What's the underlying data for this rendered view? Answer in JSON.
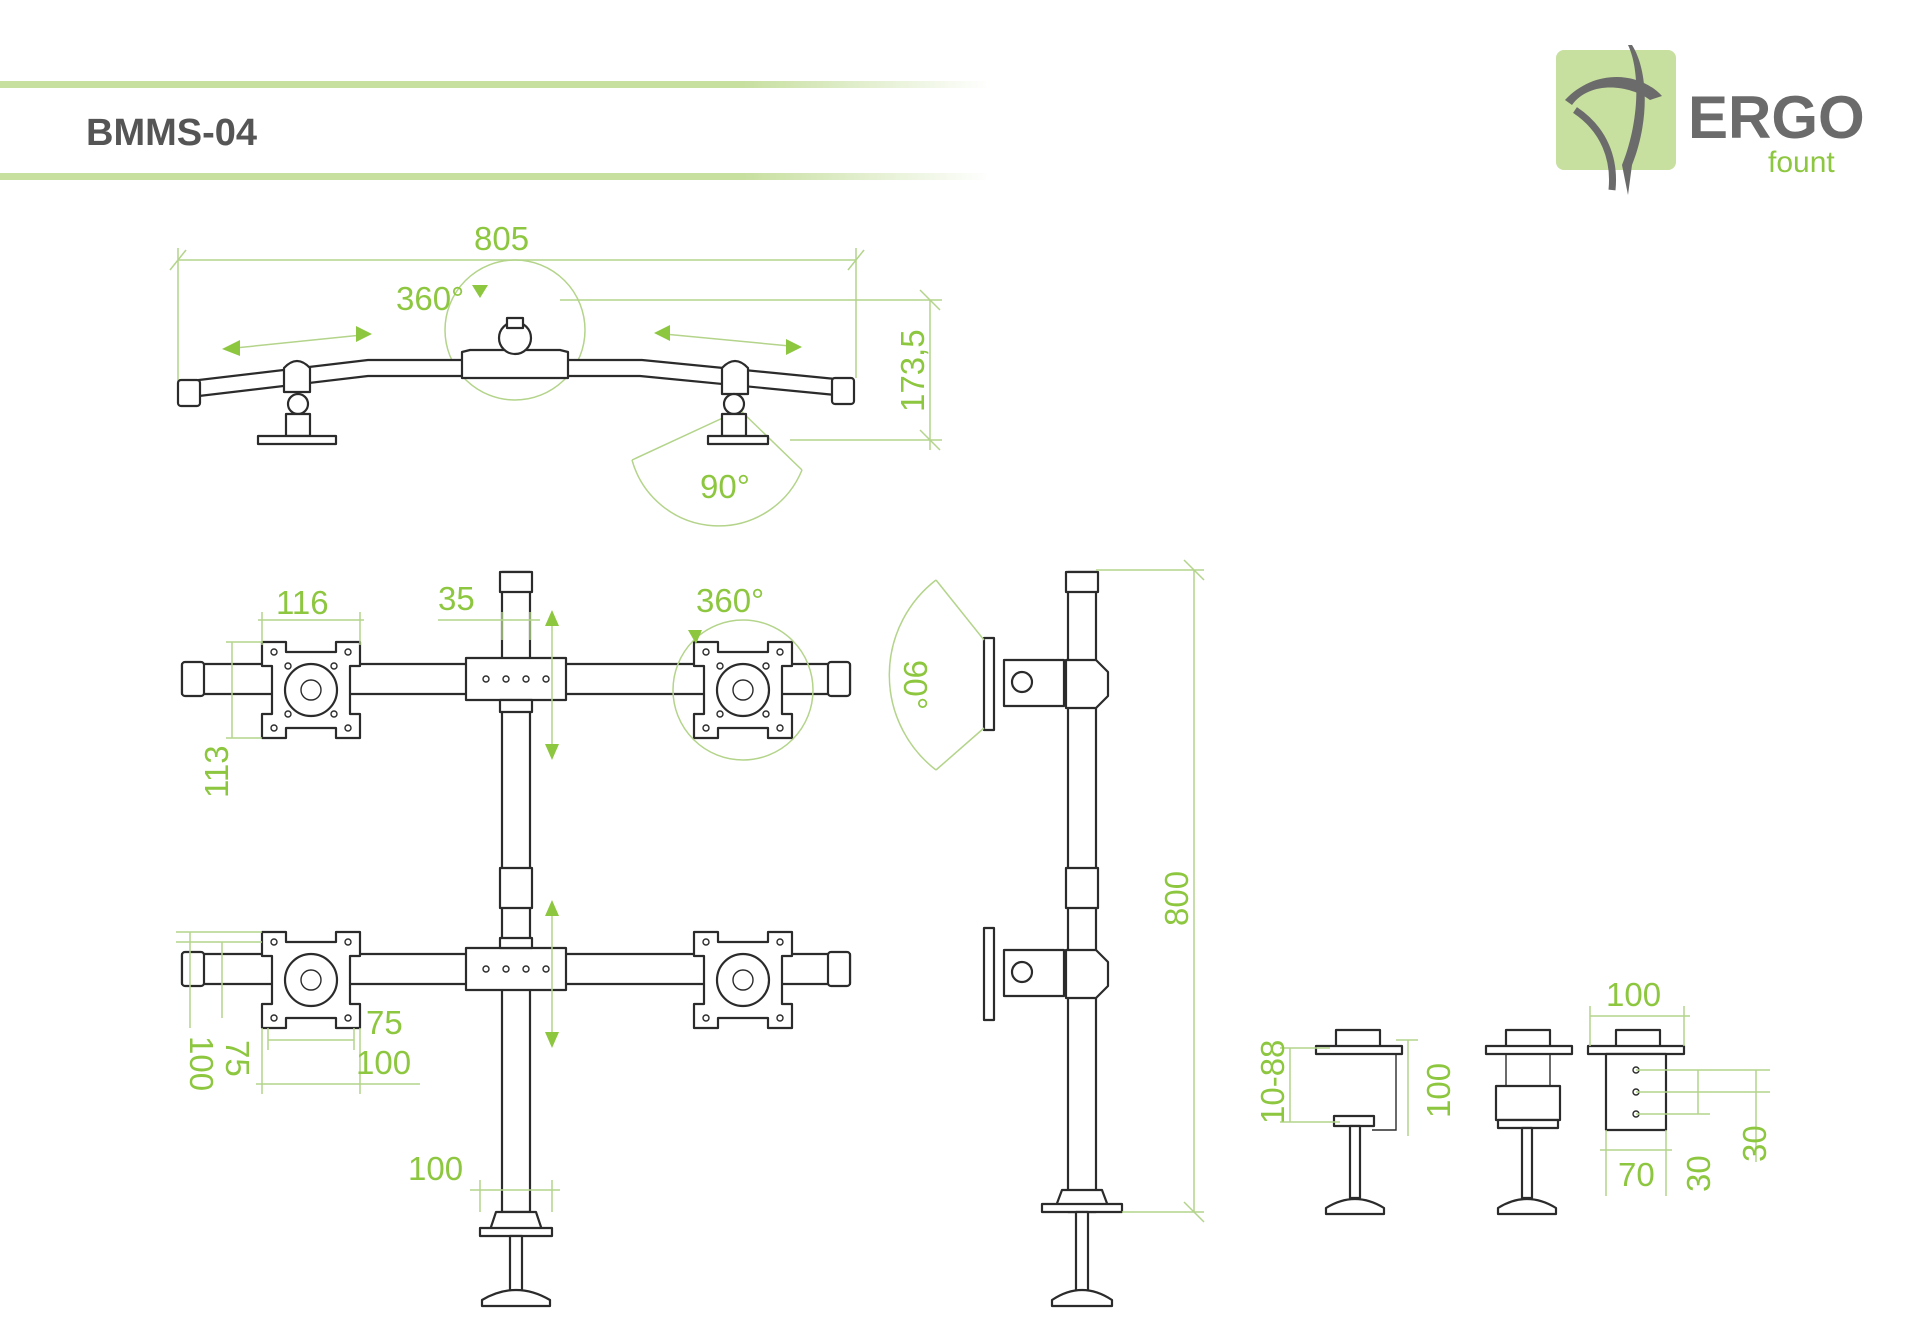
{
  "header": {
    "title": "BMMS-04",
    "rule_color": "#c7df9f"
  },
  "logo": {
    "word": "ERGO",
    "sub": "fount",
    "bg_color": "#c7df9f",
    "mark_color": "#6b6b6b"
  },
  "colors": {
    "dimension": "#8dc63f",
    "dimension_line": "#b3d48a",
    "drawing": "#2b2b2b"
  },
  "top_view": {
    "width_label": "805",
    "height_label": "173,5",
    "rotate_label": "360°",
    "tilt_label": "90°"
  },
  "front_view": {
    "plate_width_label": "116",
    "plate_height_label": "113",
    "pole_gap_label": "35",
    "rotate_label": "360°",
    "vesa_75_label": "75",
    "vesa_100_label": "100",
    "vesa_75_vertical_label": "75",
    "vesa_100_vertical_label": "100",
    "base_label": "100"
  },
  "side_view": {
    "height_label": "800",
    "tilt_label": "90°"
  },
  "clamps": {
    "clamp_range_label": "10-88",
    "clamp_height_label": "100",
    "grommet_width_label": "100",
    "grommet_depth_label": "70",
    "hole_spacing_a_label": "30",
    "hole_spacing_b_label": "30"
  }
}
